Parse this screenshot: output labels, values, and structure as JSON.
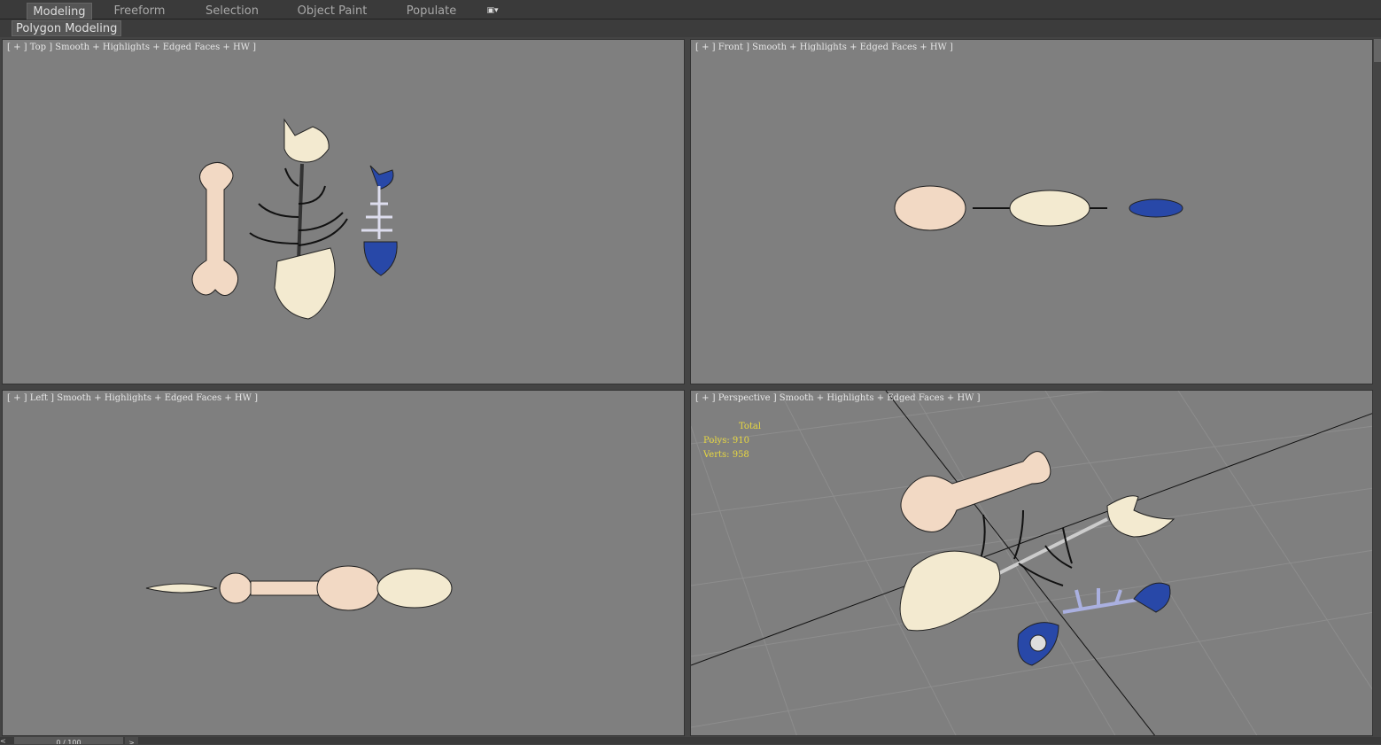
{
  "ribbon_tabs": [
    {
      "label": "Modeling",
      "active": true
    },
    {
      "label": "Freeform",
      "active": false
    },
    {
      "label": "Selection",
      "active": false
    },
    {
      "label": "Object Paint",
      "active": false
    },
    {
      "label": "Populate",
      "active": false
    }
  ],
  "ribbon_menu_icon": "dropdown-toggle-icon",
  "panel_label": "Polygon Modeling",
  "viewports": {
    "top": {
      "label": "[ + ] Top ] Smooth + Highlights + Edged Faces + HW ]"
    },
    "front": {
      "label": "[ + ] Front ] Smooth + Highlights + Edged Faces + HW ]"
    },
    "left": {
      "label": "[ + ] Left ] Smooth + Highlights + Edged Faces + HW ]"
    },
    "perspective": {
      "label": "[ + ] Perspective ] Smooth + Highlights + Edged Faces + HW ]"
    }
  },
  "stats": {
    "title": "Total",
    "polys": "Polys: 910",
    "verts": "Verts: 958"
  },
  "timeline": {
    "prev": "<",
    "frame": "0 / 100",
    "next": ">"
  },
  "colors": {
    "viewport_bg": "#7f7f7f",
    "bone": "#f2d9c4",
    "fish": "#f3ead0",
    "blue_fish": "#2848a8",
    "stats_text": "#e8d840"
  }
}
